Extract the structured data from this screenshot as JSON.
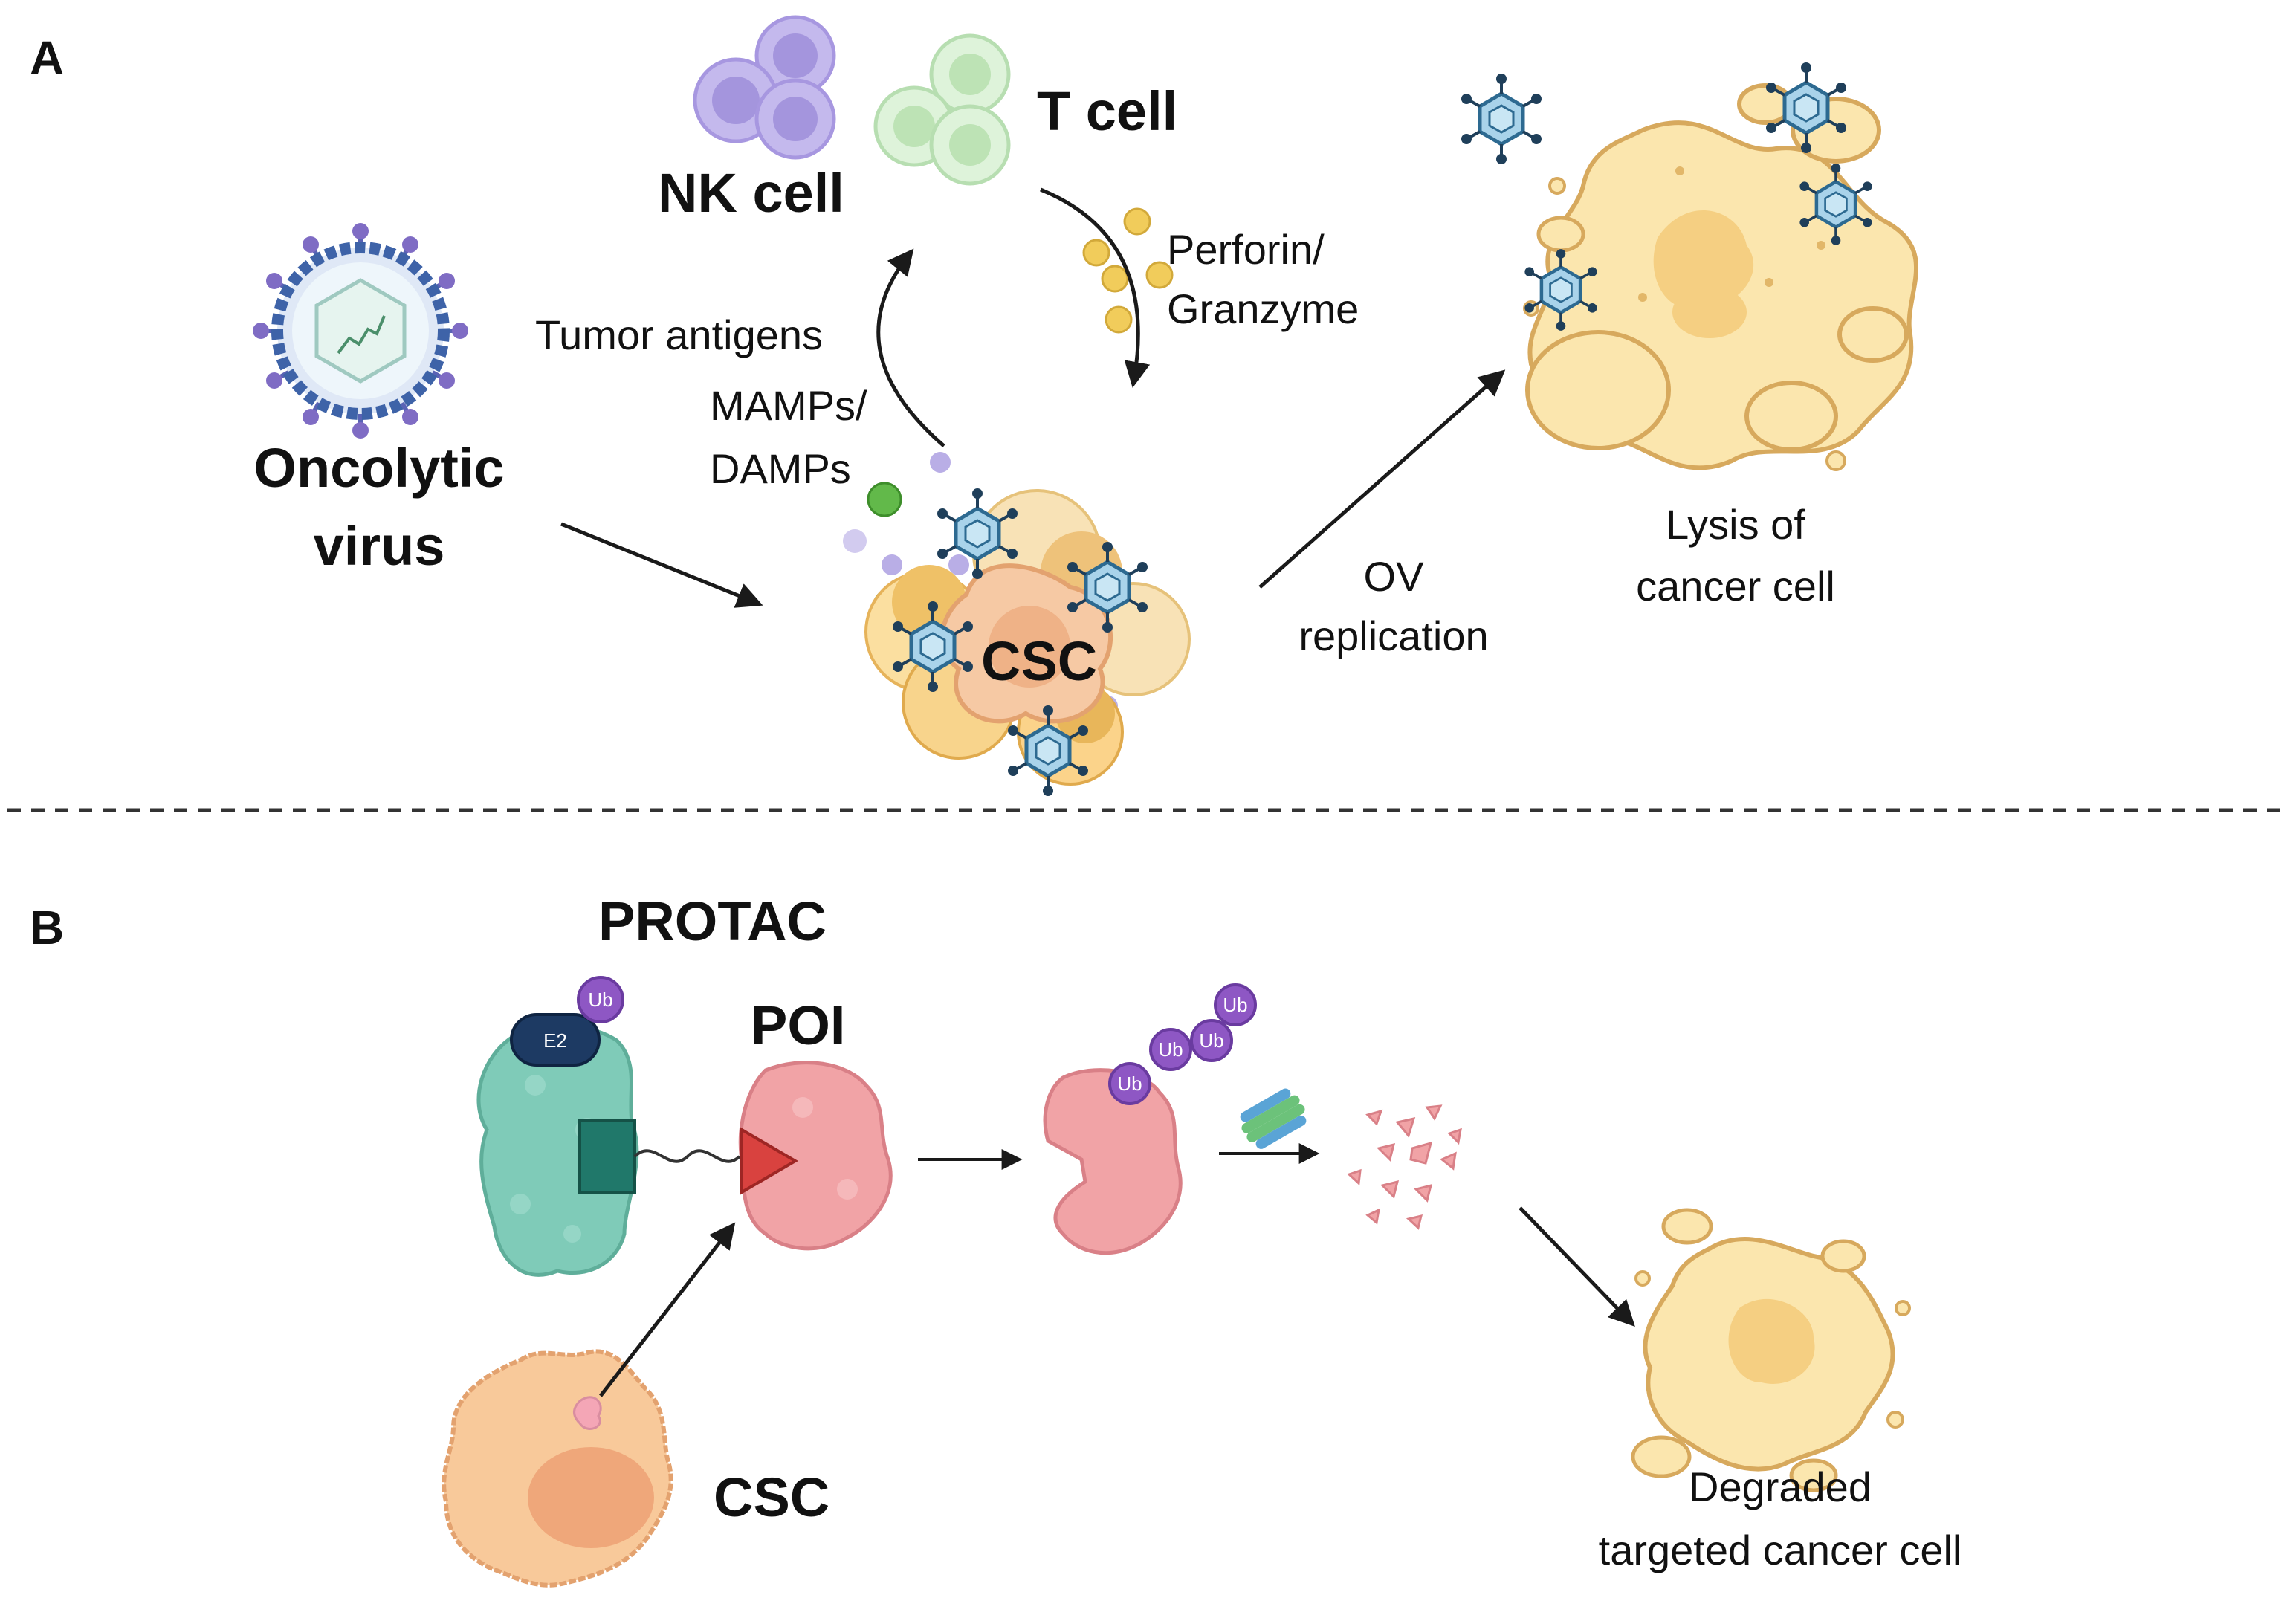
{
  "panel_a": {
    "letter": "A",
    "oncolytic_virus": [
      "Oncolytic",
      "virus"
    ],
    "nk_cell": "NK cell",
    "t_cell": "T cell",
    "tumor_antigens": "Tumor antigens",
    "mamps_damps": [
      "MAMPs/",
      "DAMPs"
    ],
    "perforin_granzyme": [
      "Perforin/",
      "Granzyme"
    ],
    "csc": "CSC",
    "ov_replication": [
      "OV",
      "replication"
    ],
    "lysis": [
      "Lysis of",
      "cancer cell"
    ]
  },
  "panel_b": {
    "letter": "B",
    "protac": "PROTAC",
    "poi": "POI",
    "e2": "E2",
    "ub": "Ub",
    "csc": "CSC",
    "degraded": [
      "Degraded",
      "targeted cancer cell"
    ]
  },
  "colors": {
    "nk_purple": "#b7a9e6",
    "t_green": "#cdebc8",
    "cancer_yellow": "#fbe6ae",
    "cancer_outline": "#d7a95d",
    "virus_blue": "#a9d3ea",
    "e3_teal": "#7fcbb8",
    "poi_pink": "#f1a3a6",
    "csc_orange": "#f8c99a",
    "ub_purple": "#8e57c4",
    "e2_navy": "#1d3a63"
  }
}
